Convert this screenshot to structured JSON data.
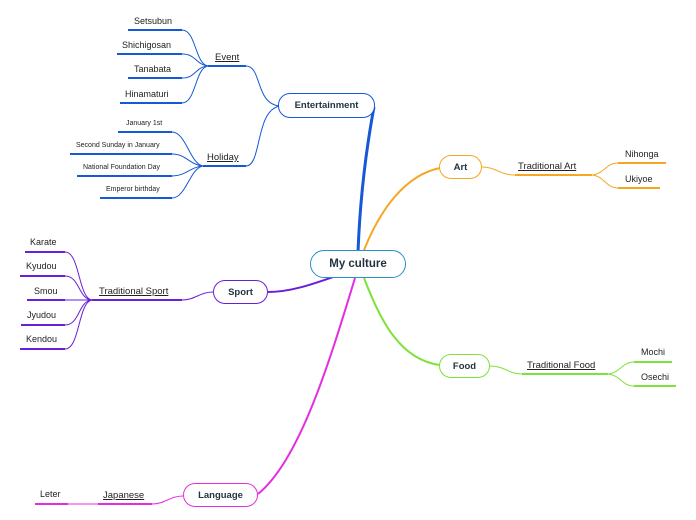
{
  "root": {
    "label": "My culture",
    "color": "#2a8fc7"
  },
  "branches": {
    "entertainment": {
      "label": "Entertainment",
      "color": "#1559d6",
      "event": {
        "label": "Event",
        "items": [
          "Setsubun",
          "Shichigosan",
          "Tanabata",
          "Hinamaturi"
        ]
      },
      "holiday": {
        "label": "Holiday",
        "items": [
          "January 1st",
          "Second Sunday in January",
          "National Foundation Day",
          "Emperor birthday"
        ]
      }
    },
    "art": {
      "label": "Art",
      "color": "#f5a623",
      "sub": {
        "label": "Traditional Art",
        "items": [
          "Nihonga",
          "Ukiyoe"
        ]
      }
    },
    "sport": {
      "label": "Sport",
      "color": "#6a1fd8",
      "sub": {
        "label": "Traditional Sport",
        "items": [
          "Karate",
          "Kyudou",
          "Smou",
          "Jyudou",
          "Kendou"
        ]
      }
    },
    "food": {
      "label": "Food",
      "color": "#7ee23a",
      "sub": {
        "label": "Traditional Food",
        "items": [
          "Mochi",
          "Osechi"
        ]
      }
    },
    "language": {
      "label": "Language",
      "color": "#e52de0",
      "sub": {
        "label": "Japanese",
        "items": [
          "Leter"
        ]
      }
    }
  }
}
